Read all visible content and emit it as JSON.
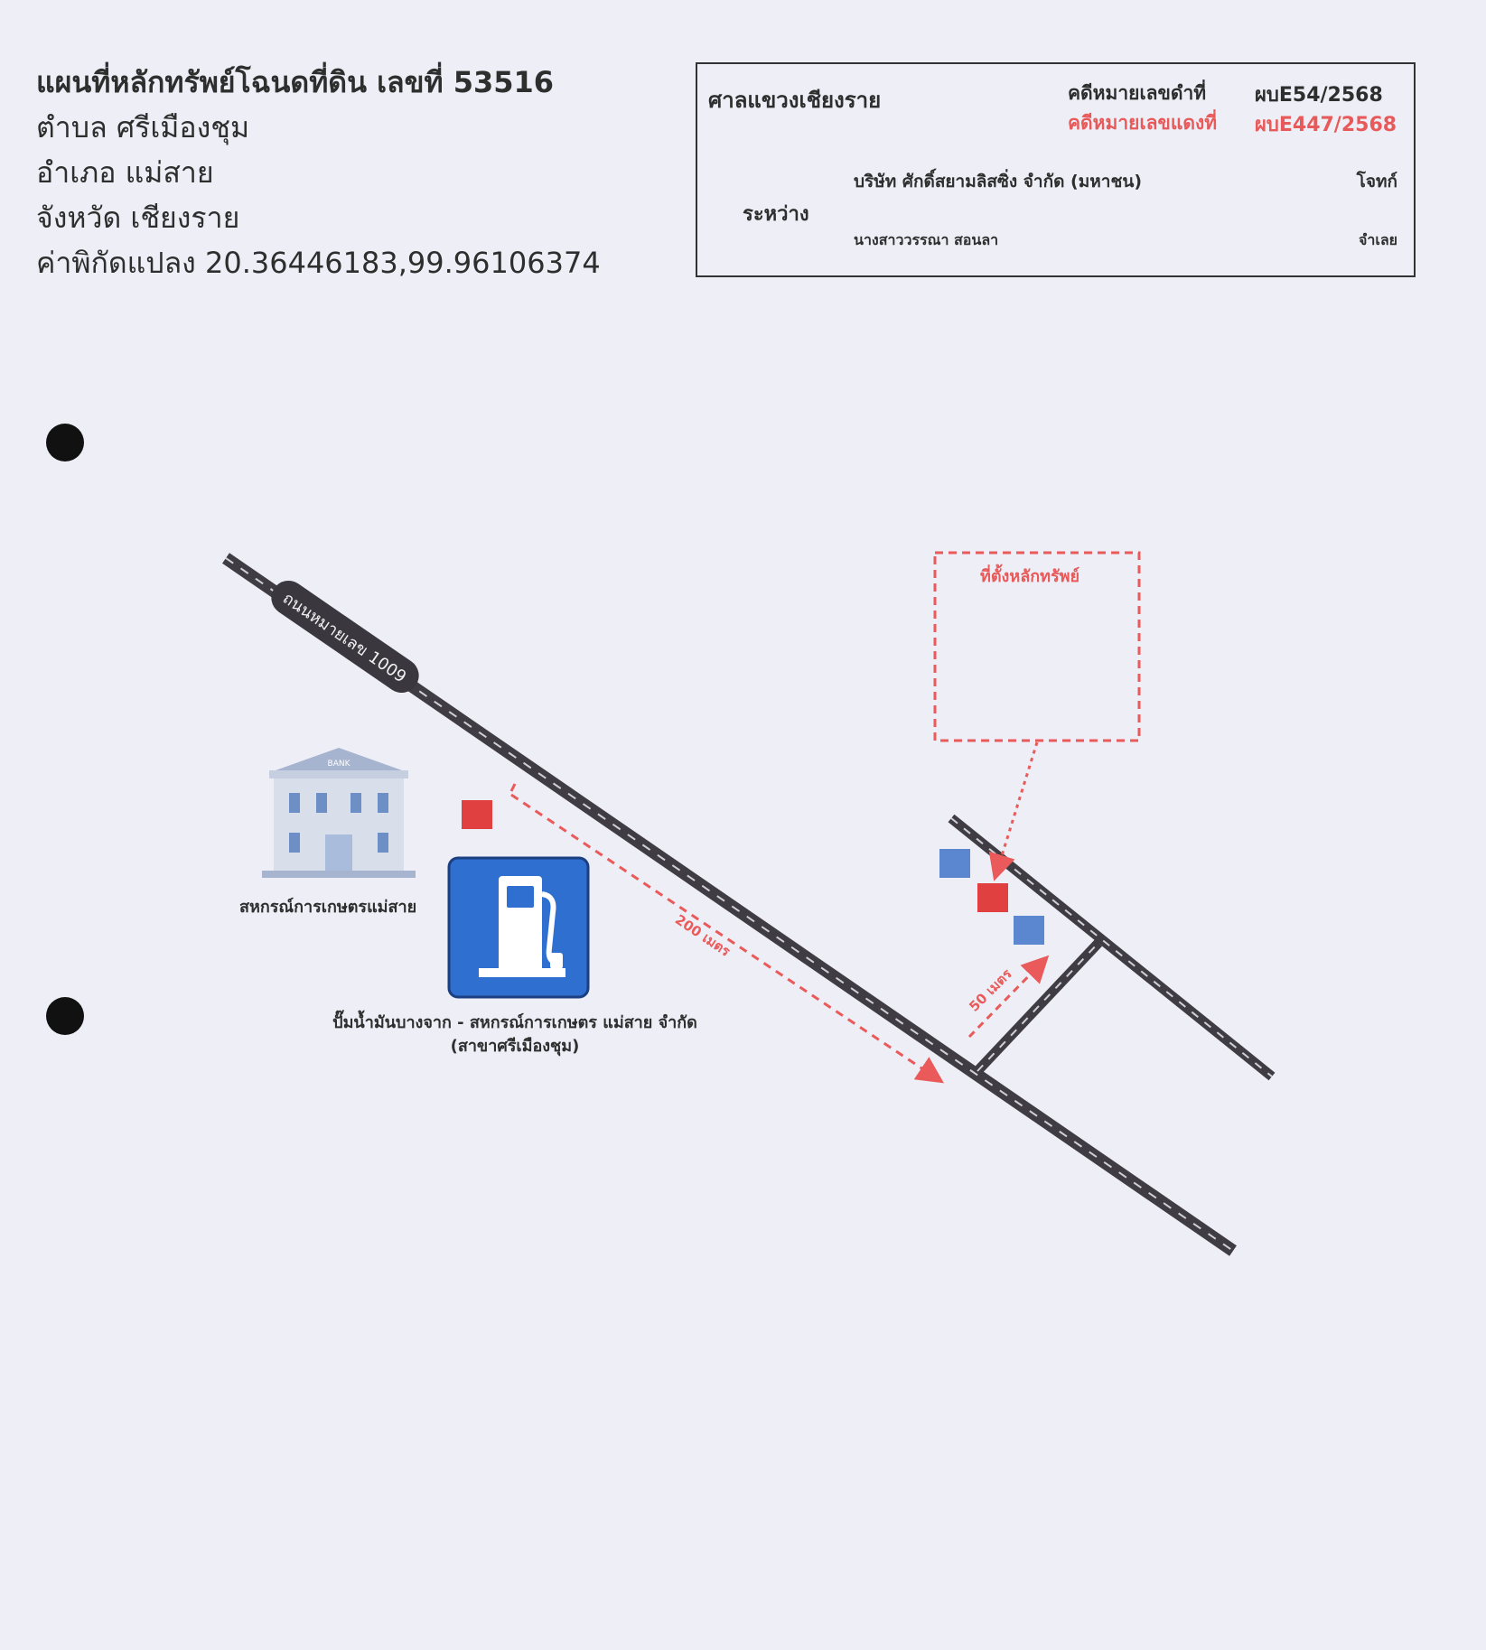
{
  "heading": {
    "title": "แผนที่หลักทรัพย์โฉนดที่ดิน เลขที่ 53516",
    "subdistrict": "ตำบล ศรีเมืองชุม",
    "district": "อำเภอ แม่สาย",
    "province": "จังหวัด เชียงราย",
    "coordinates": "ค่าพิกัดแปลง 20.36446183,99.96106374"
  },
  "case": {
    "court": "ศาลแขวงเชียงราย",
    "black_number_label": "คดีหมายเลขดำที่",
    "black_number": "ผบE54/2568",
    "red_number_label": "คดีหมายเลขแดงที่",
    "red_number": "ผบE447/2568",
    "between_label": "ระหว่าง",
    "plaintiff_name": "บริษัท ศักดิ์สยามลิสซิ่ง จำกัด (มหาชน)",
    "plaintiff_role": "โจทก์",
    "defendant_name": "นางสาววรรณา สอนลา",
    "defendant_role": "จำเลย"
  },
  "map": {
    "road_name": "ถนนหมายเลข 1009",
    "bank_icon_text": "BANK",
    "coop_label": "สหกรณ์การเกษตรแม่สาย",
    "pump_label_line1": "ปั๊มน้ำมันบางจาก - สหกรณ์การเกษตร แม่สาย จำกัด",
    "pump_label_line2": "(สาขาศรีเมืองชุม)",
    "distance_main": "200 เมตร",
    "distance_side": "50 เมตร",
    "property_label": "ที่ตั้งหลักทรัพย์",
    "colors": {
      "road": "#3f3d43",
      "marker_red": "#e04040",
      "marker_blue": "#5b86d0",
      "dashed_red": "#ea5a5a",
      "fuel_sign": "#2f6fd0"
    }
  }
}
